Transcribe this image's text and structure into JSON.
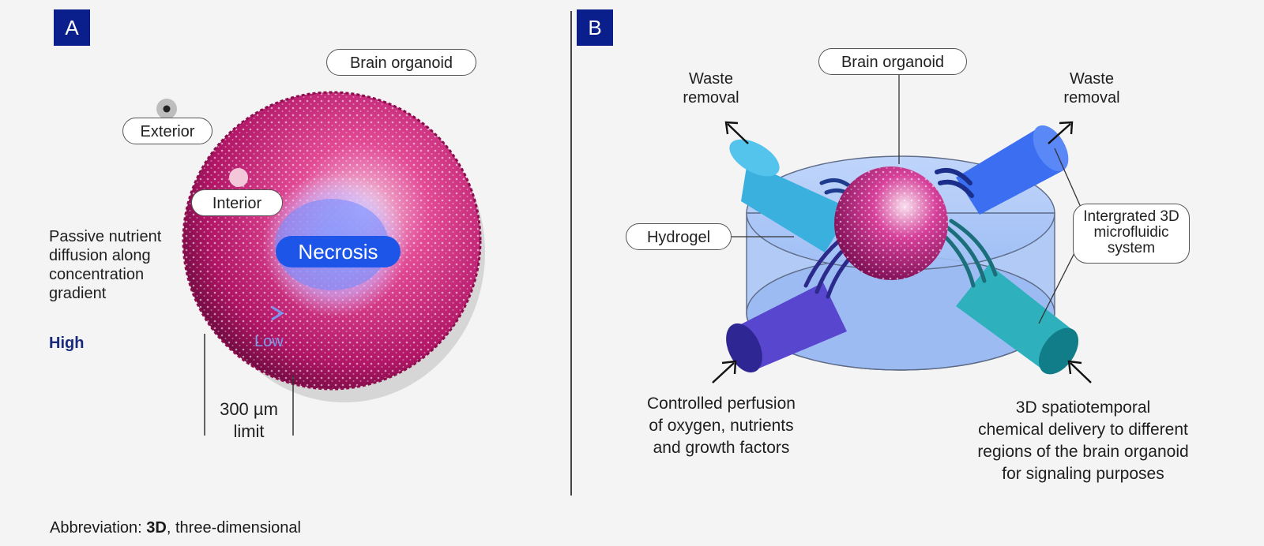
{
  "panels": {
    "a": {
      "badge": "A",
      "labels": {
        "brain_organoid": "Brain organoid",
        "exterior": "Exterior",
        "interior": "Interior",
        "necrosis": "Necrosis",
        "diffusion_line1": "Passive nutrient",
        "diffusion_line2": "diffusion along",
        "diffusion_line3": "concentration",
        "diffusion_line4": "gradient",
        "high": "High",
        "low": "Low",
        "limit_line1": "300 µm",
        "limit_line2": "limit"
      }
    },
    "b": {
      "badge": "B",
      "labels": {
        "brain_organoid": "Brain organoid",
        "waste_left_line1": "Waste",
        "waste_left_line2": "removal",
        "waste_right_line1": "Waste",
        "waste_right_line2": "removal",
        "hydrogel": "Hydrogel",
        "microfluidic_line1": "Intergrated 3D",
        "microfluidic_line2": "microfluidic",
        "microfluidic_line3": "system",
        "perfusion_line1": "Controlled perfusion",
        "perfusion_line2": "of oxygen, nutrients",
        "perfusion_line3": "and growth factors",
        "delivery_line1": "3D spatiotemporal",
        "delivery_line2": "chemical delivery to different",
        "delivery_line3": "regions of the brain organoid",
        "delivery_line4": "for signaling purposes"
      }
    }
  },
  "footer": {
    "abbr_prefix": "Abbreviation: ",
    "abbr_term": "3D",
    "abbr_rest": ", three-dimensional"
  },
  "colors": {
    "badge": "#0b1f8c",
    "necrosis": "#1d55e8",
    "organoid": "#c2186b",
    "hydrogel": "#a9c6f7"
  }
}
